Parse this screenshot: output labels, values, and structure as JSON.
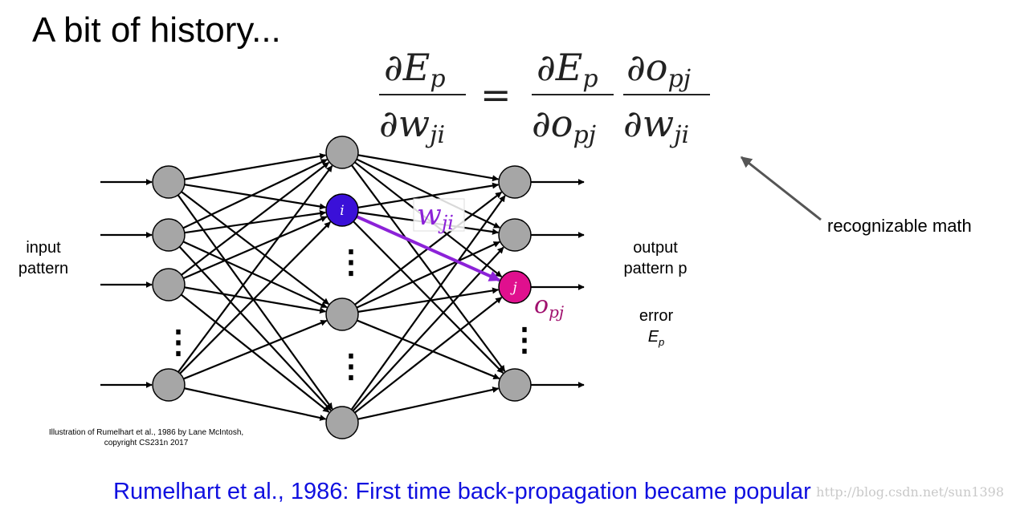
{
  "slide": {
    "title": "A bit of history...",
    "equation": {
      "lhs_numerator": "∂E",
      "lhs_numerator_sub": "p",
      "lhs_denominator": "∂w",
      "lhs_denominator_sub": "ji",
      "equals": "=",
      "r1_numerator": "∂E",
      "r1_numerator_sub": "p",
      "r1_denominator": "∂o",
      "r1_denominator_sub": "pj",
      "r2_numerator": "∂o",
      "r2_numerator_sub": "pj",
      "r2_denominator": "∂w",
      "r2_denominator_sub": "ji"
    },
    "network": {
      "input_label_line1": "input",
      "input_label_line2": "pattern",
      "output_label_line1": "output",
      "output_label_line2": "pattern p",
      "error_label_line1": "error",
      "error_label_line2": "E",
      "error_label_sub": "p",
      "hidden_node_label": "i",
      "output_node_label": "j",
      "weight_label": "w",
      "weight_label_sub": "ji",
      "output_value_label": "o",
      "output_value_sub": "pj",
      "ellipsis": "⋮"
    },
    "colors": {
      "node_fill": "#a6a6a6",
      "hidden_highlight": "#3a10d8",
      "output_highlight": "#e0108e",
      "weight_arrow": "#8c22d8",
      "output_value_color": "#a0106e",
      "caption_color": "#1010e0"
    },
    "annotation": "recognizable math",
    "credit_line1": "Illustration of Rumelhart et al., 1986 by Lane McIntosh,",
    "credit_line2": "copyright CS231n 2017",
    "caption": "Rumelhart et al., 1986: First time back-propagation became popular",
    "watermark": "http://blog.csdn.net/sun1398"
  }
}
